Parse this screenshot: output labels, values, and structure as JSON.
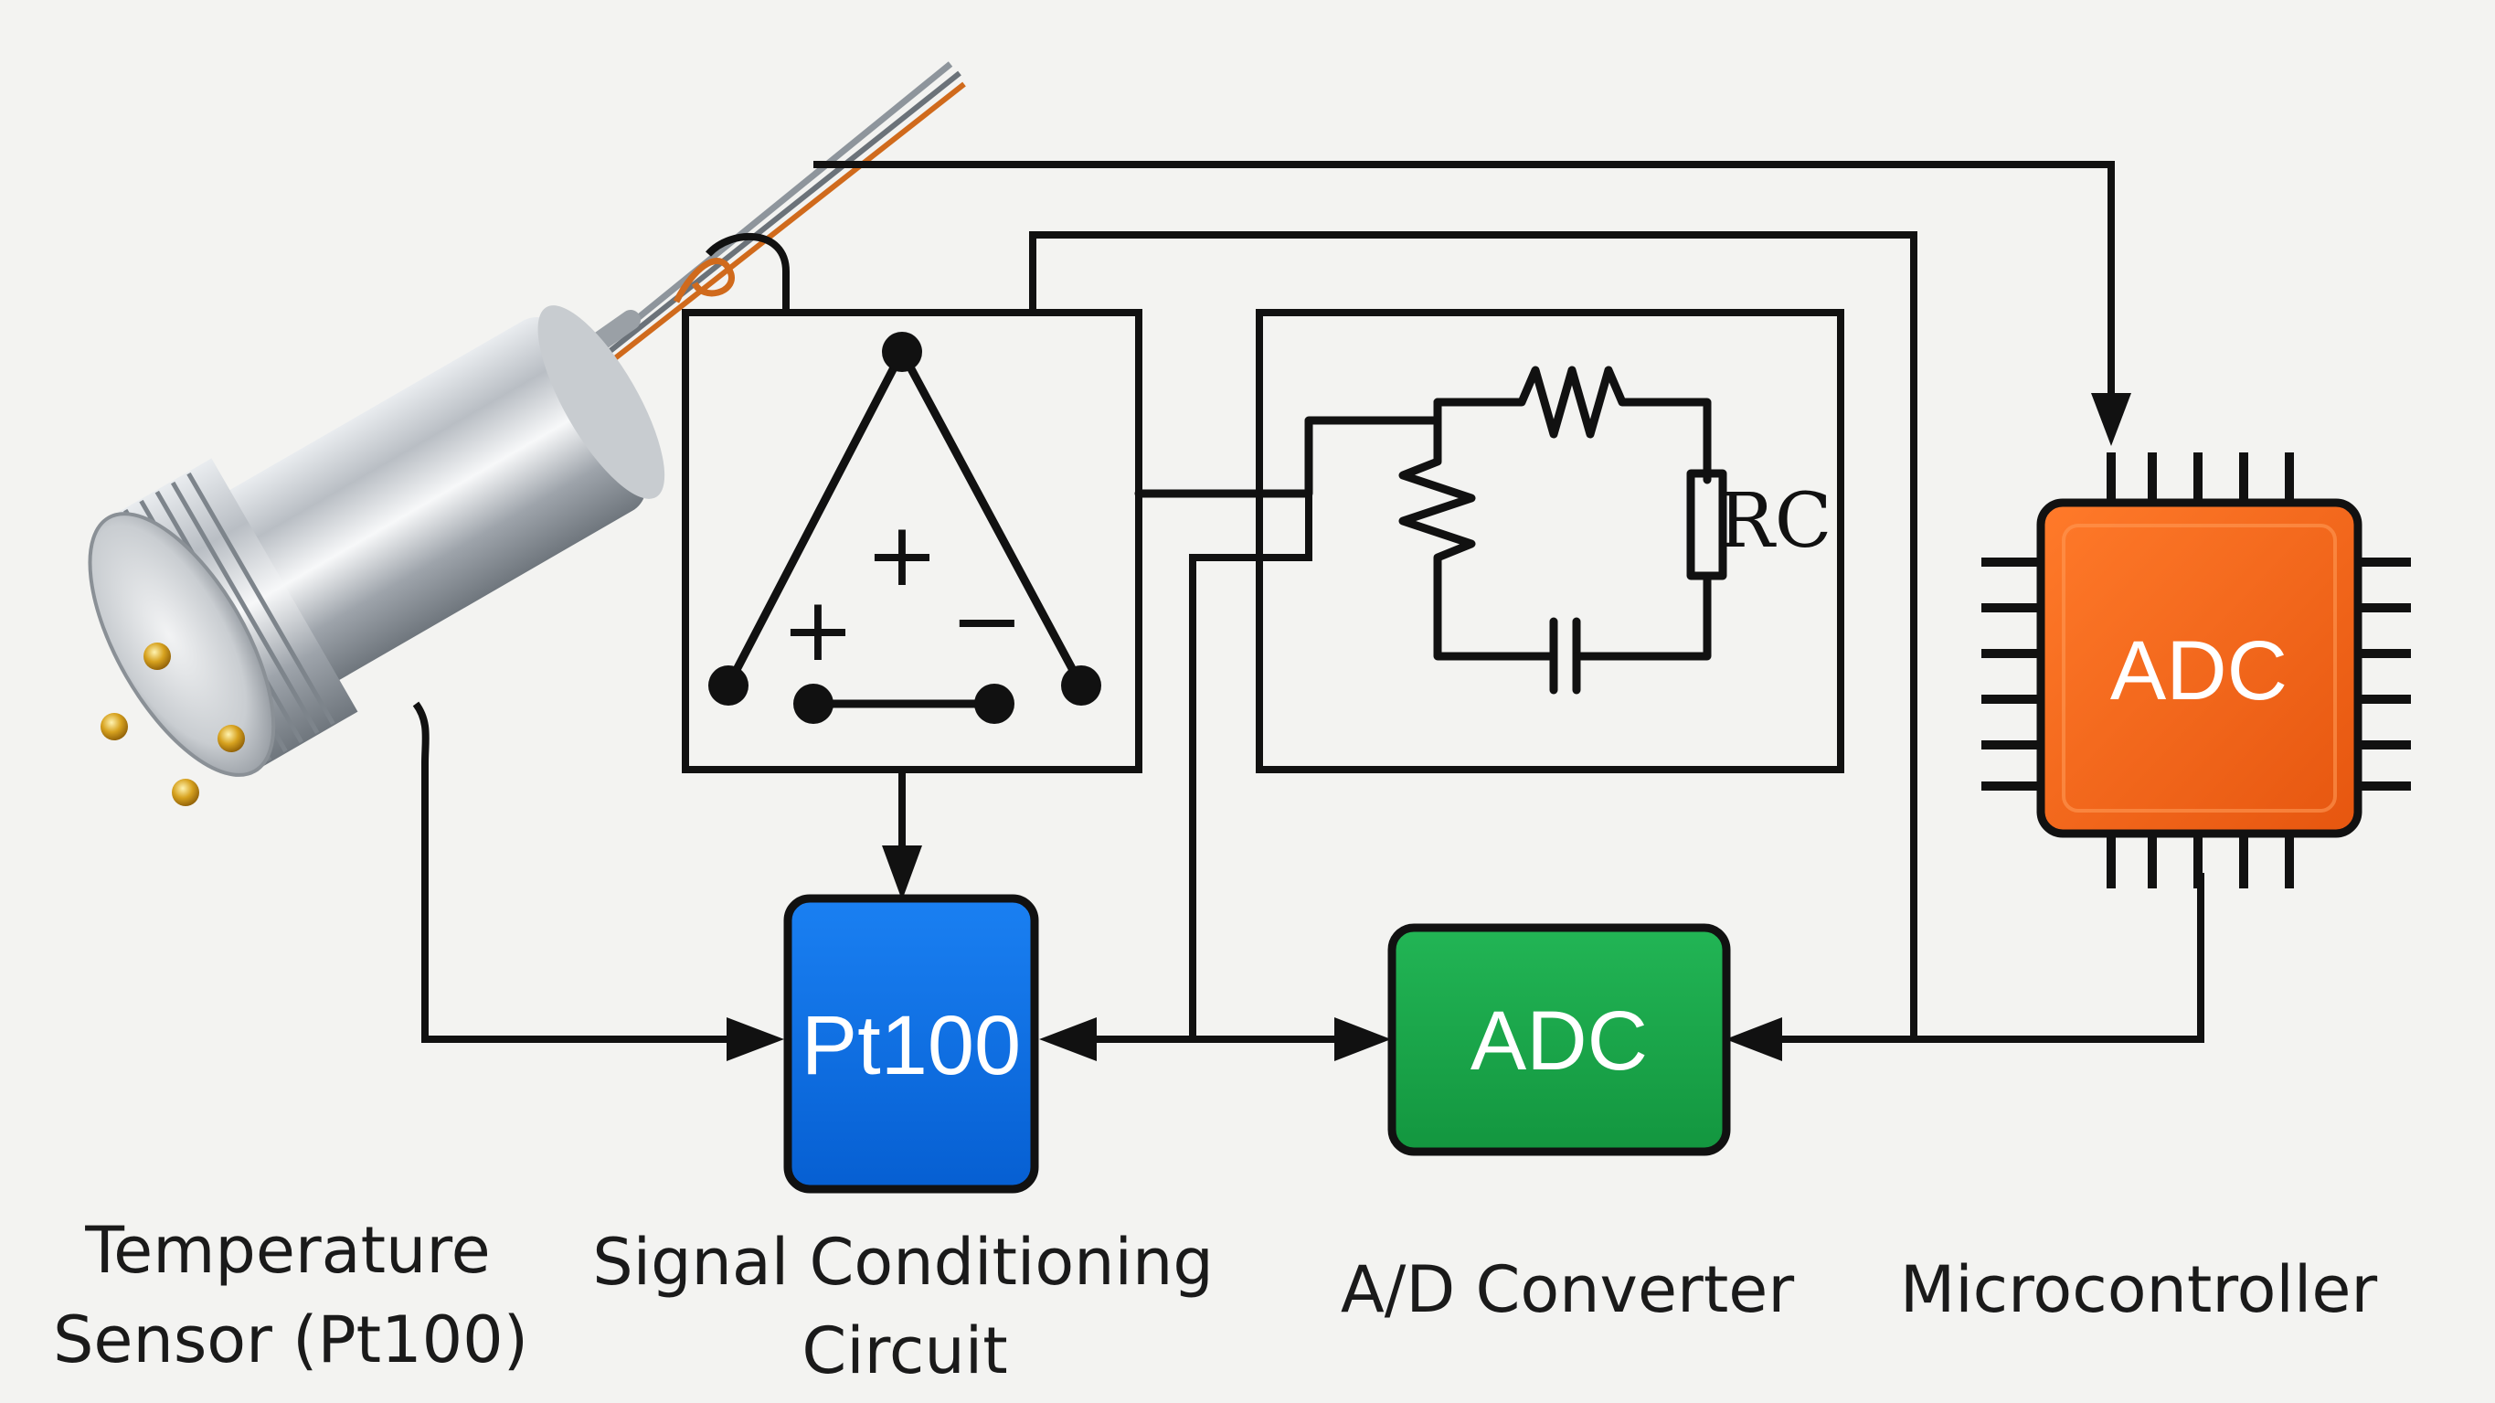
{
  "blocks": {
    "pt100": "Pt100",
    "adc_green": "ADC",
    "adc_chip": "ADC"
  },
  "opamp": {
    "plus_top": "+",
    "plus_left": "+",
    "minus_right": "−"
  },
  "filter": {
    "rc_label": "RC"
  },
  "labels": {
    "sensor_line1": "Temperature",
    "sensor_line2": "Sensor (Pt100)",
    "conditioning_line1": "Signal Conditioning",
    "conditioning_line2": "Circuit",
    "converter": "A/D Converter",
    "microcontroller": "Microcontroller"
  },
  "colors": {
    "pt100_block": "#0a6fe8",
    "adc_block": "#18a84a",
    "chip": "#f0651a",
    "wire": "#111111",
    "background": "#f3f3f1"
  },
  "icons": [
    "temperature-sensor-probe-icon",
    "op-amp-symbol-icon",
    "resistor-icon",
    "capacitor-icon",
    "microcontroller-chip-icon"
  ]
}
